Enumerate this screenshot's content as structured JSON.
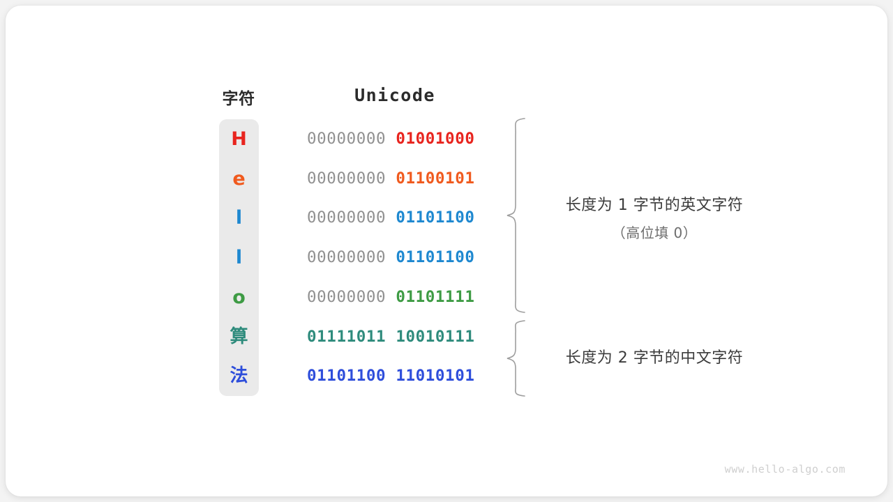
{
  "watermark": "www.hello-algo.com",
  "table": {
    "headers": {
      "character": "字符",
      "unicode": "Unicode"
    },
    "rows": [
      {
        "char": "H",
        "color": "#e8241e",
        "high_byte": "00000000",
        "low_byte": "01001000",
        "high_gray": true
      },
      {
        "char": "e",
        "color": "#f05a1e",
        "high_byte": "00000000",
        "low_byte": "01100101",
        "high_gray": true
      },
      {
        "char": "l",
        "color": "#1e88d0",
        "high_byte": "00000000",
        "low_byte": "01101100",
        "high_gray": true
      },
      {
        "char": "l",
        "color": "#1e88d0",
        "high_byte": "00000000",
        "low_byte": "01101100",
        "high_gray": true
      },
      {
        "char": "o",
        "color": "#3e9b44",
        "high_byte": "00000000",
        "low_byte": "01101111",
        "high_gray": true
      },
      {
        "char": "算",
        "color": "#2e8b7c",
        "high_byte": "01111011",
        "low_byte": "10010111",
        "high_gray": false
      },
      {
        "char": "法",
        "color": "#2e4edb",
        "high_byte": "01101100",
        "low_byte": "11010101",
        "high_gray": false
      }
    ]
  },
  "annotations": {
    "ascii": {
      "line1": "长度为 1 字节的英文字符",
      "line2": "（高位填 0）"
    },
    "cjk": {
      "line1": "长度为 2 字节的中文字符",
      "line2": ""
    }
  },
  "colors": {
    "gray_bytes": "#909090",
    "column_background": "#eaeaea",
    "brace": "#9e9e9e",
    "card": "#ffffff",
    "page_background": "#f3f3f3"
  }
}
